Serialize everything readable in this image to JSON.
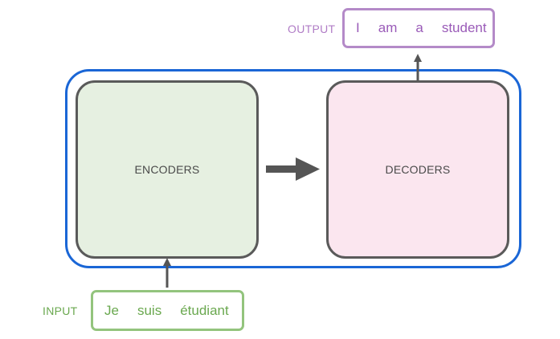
{
  "encoders": {
    "label": "ENCODERS"
  },
  "decoders": {
    "label": "DECODERS"
  },
  "input": {
    "label": "INPUT",
    "tokens": [
      "Je",
      "suis",
      "étudiant"
    ]
  },
  "output": {
    "label": "OUTPUT",
    "tokens": [
      "I",
      "am",
      "a",
      "student"
    ]
  },
  "colors": {
    "outer_border": "#1a66d6",
    "block_border": "#5a5a5a",
    "encoder_fill": "#e6f0e1",
    "decoder_fill": "#fbe6ef",
    "input_color": "#6aa84f",
    "output_color": "#9a5bb8",
    "arrow_color": "#555555"
  }
}
